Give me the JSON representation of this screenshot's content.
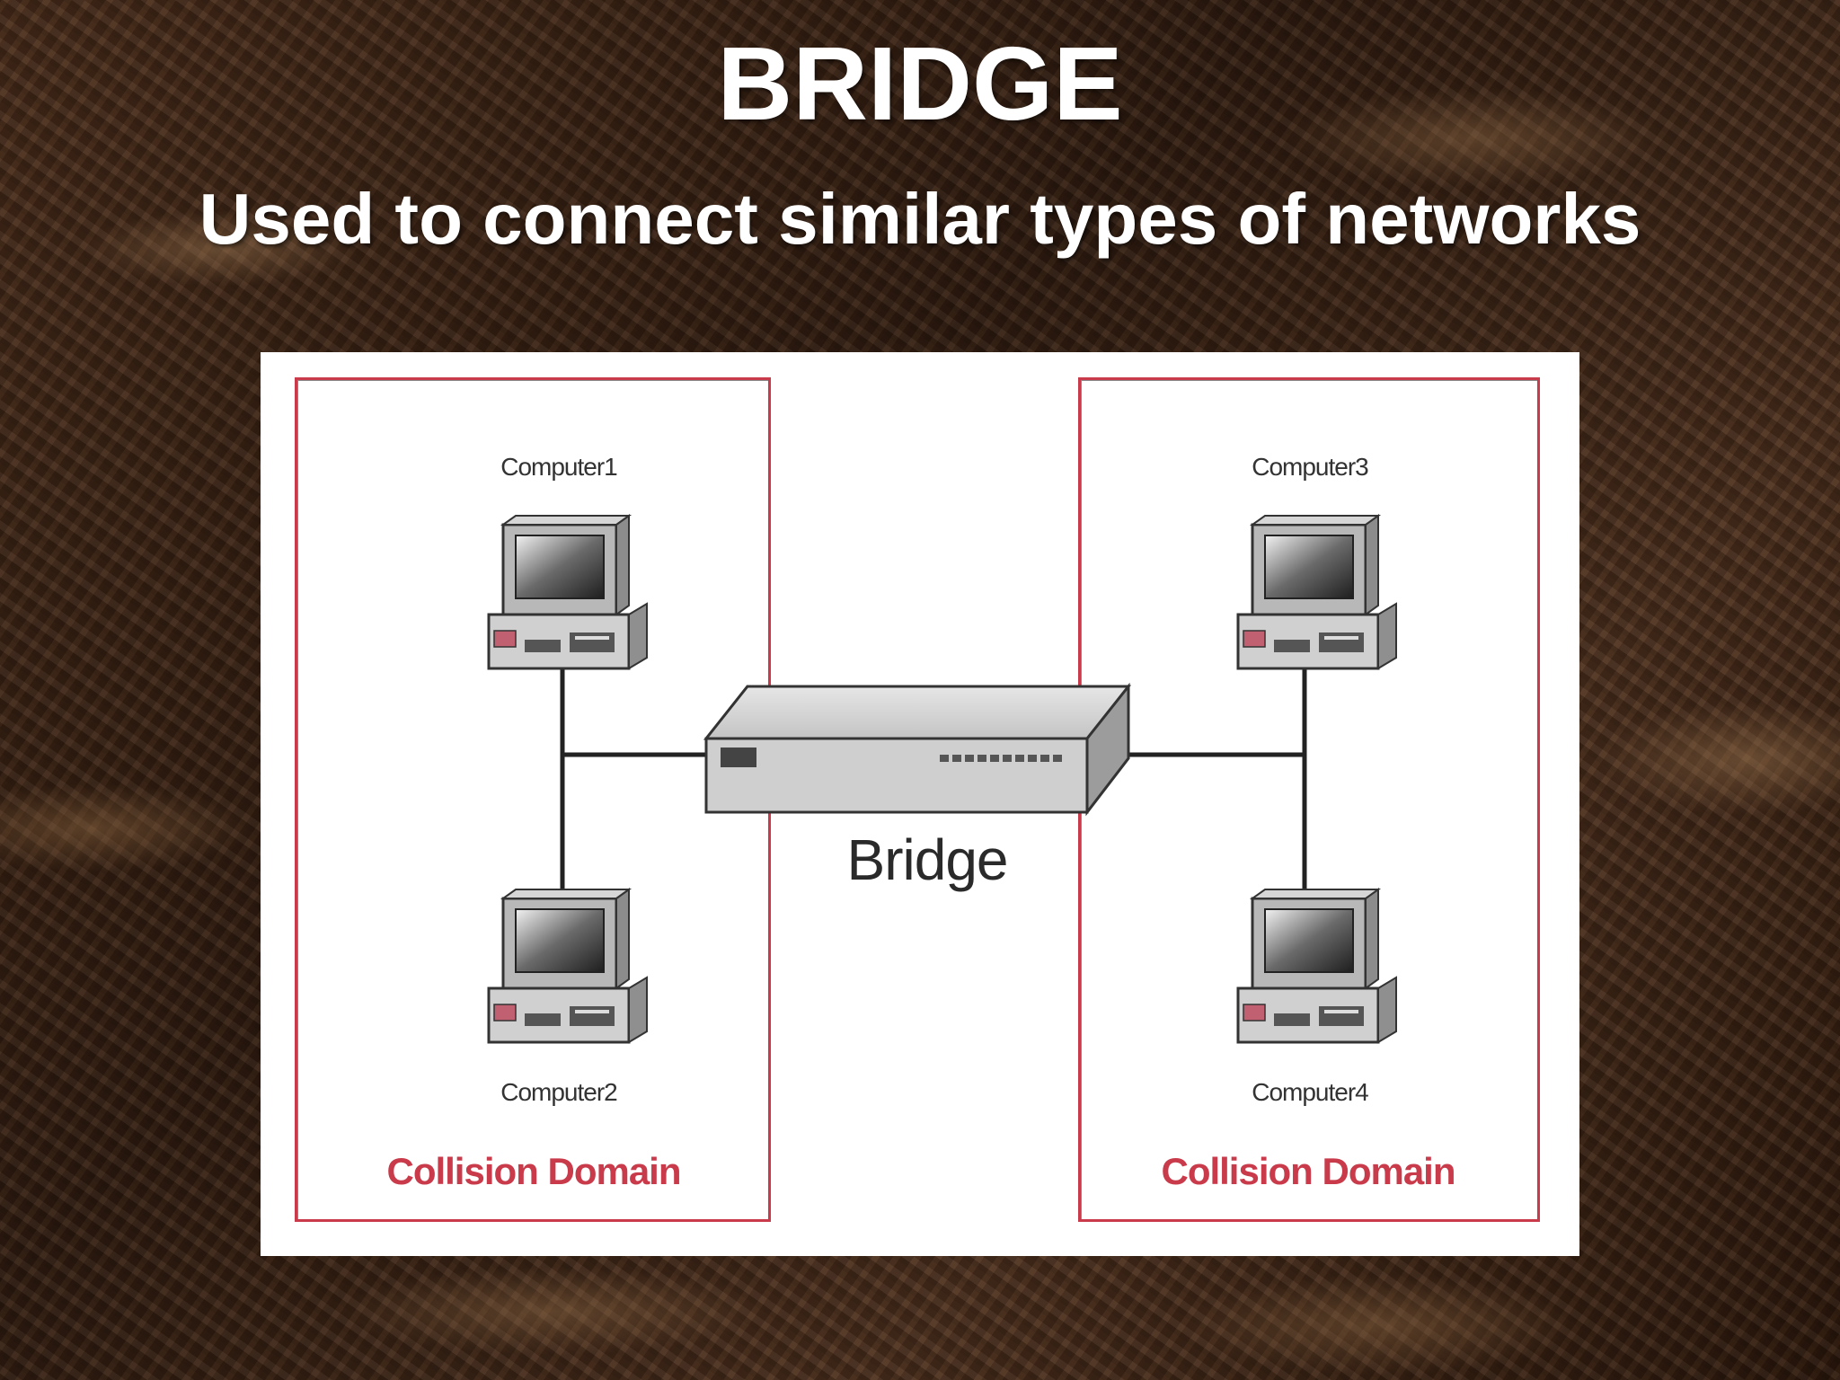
{
  "slide": {
    "title": "BRIDGE",
    "subtitle": "Used to connect similar types of networks"
  },
  "diagram": {
    "computers": [
      "Computer1",
      "Computer2",
      "Computer3",
      "Computer4"
    ],
    "device_label": "Bridge",
    "domain_labels": [
      "Collision Domain",
      "Collision Domain"
    ],
    "colors": {
      "domain_border": "#c93a4a",
      "domain_text": "#c93a4a",
      "panel": "#ffffff"
    }
  }
}
